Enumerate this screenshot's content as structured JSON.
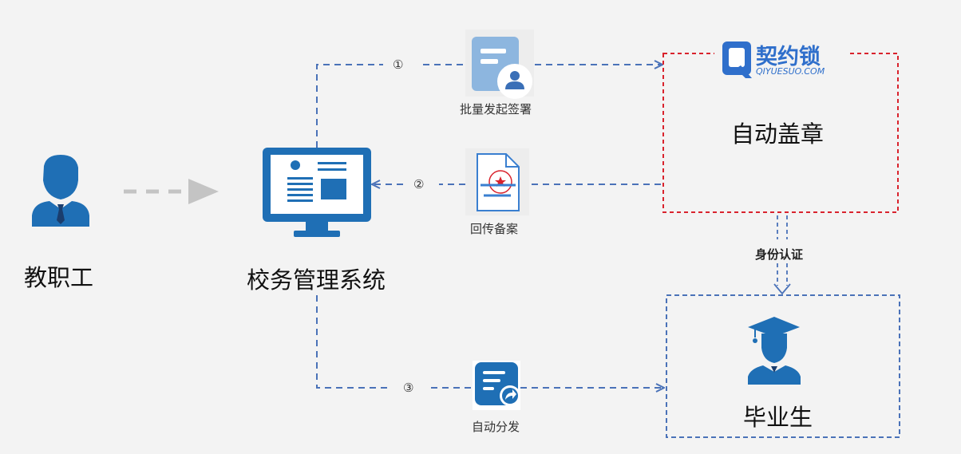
{
  "actors": {
    "staff": "教职工",
    "system": "校务管理系统",
    "graduate": "毕业生"
  },
  "brand": {
    "name_cn": "契约锁",
    "name_en": "QIYUESUO.COM",
    "color": "#2f6fcb"
  },
  "platform": {
    "action": "自动盖章",
    "border_color": "#d9232d"
  },
  "flows": [
    {
      "step": "①",
      "label": "批量发起签署"
    },
    {
      "step": "②",
      "label": "回传备案"
    },
    {
      "step": "③",
      "label": "自动分发"
    }
  ],
  "auth_label": "身份认证",
  "colors": {
    "primary_blue": "#1f6fb5",
    "line_blue": "#4a72b8",
    "gray_arrow": "#c4c4c4"
  },
  "icons": [
    "person-icon",
    "computer-icon",
    "batch-sign-icon",
    "seal-document-icon",
    "distribute-icon",
    "graduate-icon",
    "brand-logo-icon"
  ]
}
